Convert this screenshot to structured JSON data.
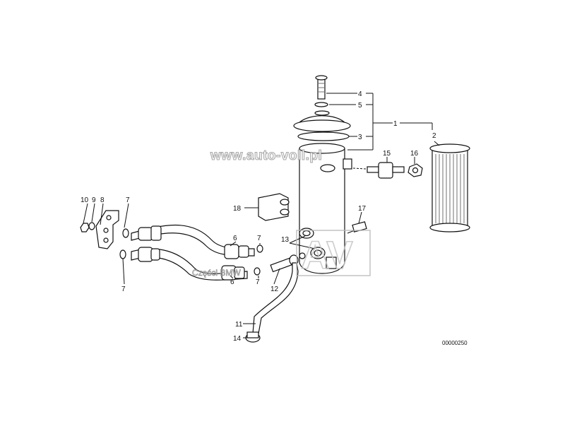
{
  "diagram": {
    "callouts": {
      "c1": "1",
      "c2": "2",
      "c3": "3",
      "c4": "4",
      "c5": "5",
      "c6a": "6",
      "c6b": "6",
      "c7a": "7",
      "c7b": "7",
      "c7c": "7",
      "c7d": "7",
      "c8": "8",
      "c9": "9",
      "c10": "10",
      "c11": "11",
      "c12": "12",
      "c13": "13",
      "c14": "14",
      "c15": "15",
      "c16": "16",
      "c17": "17",
      "c18": "18"
    },
    "drawing_code": "00000250"
  },
  "watermark": {
    "site": "www.auto-voll.pl",
    "sub": "Części BMW",
    "logo_letters": "AV"
  }
}
